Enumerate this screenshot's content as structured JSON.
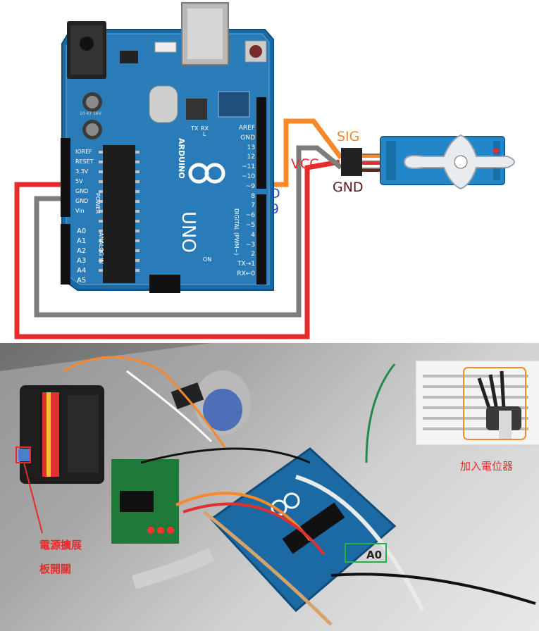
{
  "board": {
    "name": "UNO",
    "brand": "ARDUINO",
    "header_labels": [
      "IOREF",
      "RESET",
      "3.3V",
      "5V",
      "GND",
      "GND",
      "Vin"
    ],
    "power_label": "POWER",
    "analog_labels": [
      "A0",
      "A1",
      "A2",
      "A3",
      "A4",
      "A5"
    ],
    "analog_in_label": "ANALOG IN",
    "digital_labels": [
      "AREF",
      "GND",
      "13",
      "12",
      "~11",
      "~10",
      "~9",
      "8",
      "7",
      "~6",
      "~5",
      "4",
      "~3",
      "2",
      "TX→1",
      "RX←0"
    ],
    "digital_label": "DIGITAL (PWM~)",
    "tx_label": "TX",
    "rx_label": "RX",
    "on_label": "ON",
    "l_label": "L",
    "cap_label": "10 47 16V"
  },
  "wiring": {
    "sig_label": "SIG",
    "vcc_label": "VCC",
    "gnd_label": "GND",
    "pin_label_line1": "D",
    "pin_label_line2": "9",
    "colors": {
      "signal": "#f7892a",
      "power": "#e52b2b",
      "ground": "#7d7d7d",
      "board": "#1b6aa3",
      "servo": "#2286c8"
    }
  },
  "photo": {
    "potentiometer_label": "加入電位器",
    "switch_label_line1": "電源擴展",
    "switch_label_line2": "板開關",
    "analog_pin_label": "A0"
  }
}
